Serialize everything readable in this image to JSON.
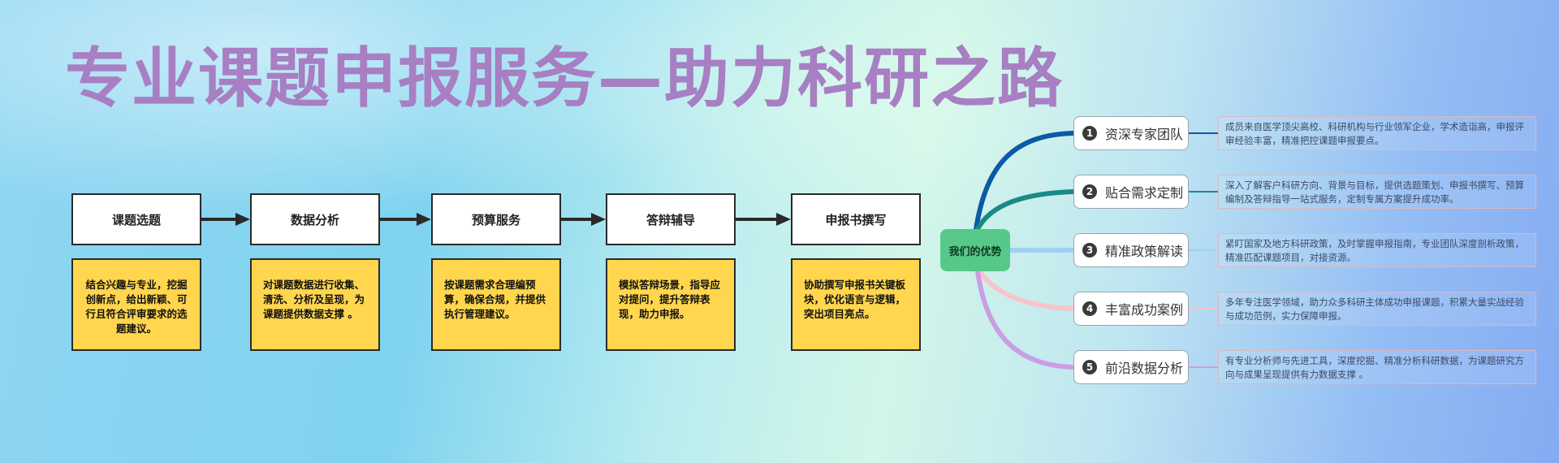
{
  "title": "专业课题申报服务—助力科研之路",
  "process": [
    {
      "label": "课题选题",
      "desc": "结合兴趣与专业，挖掘创新点，给出新颖、可行且符合评审要求的选题建议。"
    },
    {
      "label": "数据分析",
      "desc": "对课题数据进行收集、清洗、分析及呈现，为课题提供数据支撑 。"
    },
    {
      "label": "预算服务",
      "desc": "按课题需求合理编预算，确保合规，并提供执行管理建议。"
    },
    {
      "label": "答辩辅导",
      "desc": "模拟答辩场景，指导应对提问，提升答辩表现，助力申报。"
    },
    {
      "label": "申报书撰写",
      "desc": "协助撰写申报书关键板块，优化语言与逻辑，突出项目亮点。"
    }
  ],
  "mindmap": {
    "root": "我们的优势",
    "branches": [
      {
        "num": "1",
        "label": "资深专家团队",
        "color": "#0b5aa8",
        "detail": "成员来自医学顶尖高校、科研机构与行业领军企业，学术造诣高，申报评审经验丰富，精准把控课题申报要点。"
      },
      {
        "num": "2",
        "label": "贴合需求定制",
        "color": "#1a8a86",
        "detail": "深入了解客户科研方向、背景与目标，提供选题策划、申报书撰写、预算编制及答辩指导一站式服务，定制专属方案提升成功率。"
      },
      {
        "num": "3",
        "label": "精准政策解读",
        "color": "#9fd0f6",
        "detail": "紧盯国家及地方科研政策，及时掌握申报指南，专业团队深度剖析政策，精准匹配课题项目，对接资源。"
      },
      {
        "num": "4",
        "label": "丰富成功案例",
        "color": "#f7c4cc",
        "detail": "多年专注医学领域，助力众多科研主体成功申报课题，积累大量实战经验与成功范例，实力保障申报。"
      },
      {
        "num": "5",
        "label": "前沿数据分析",
        "color": "#c99ee6",
        "detail": "有专业分析师与先进工具，深度挖掘、精准分析科研数据，为课题研究方向与成果呈现提供有力数据支撑 。"
      }
    ]
  },
  "colors": {
    "title": "#a77fc2",
    "step_fill": "#ffffff",
    "desc_fill": "#ffd64e",
    "root_fill": "#56c98a"
  }
}
